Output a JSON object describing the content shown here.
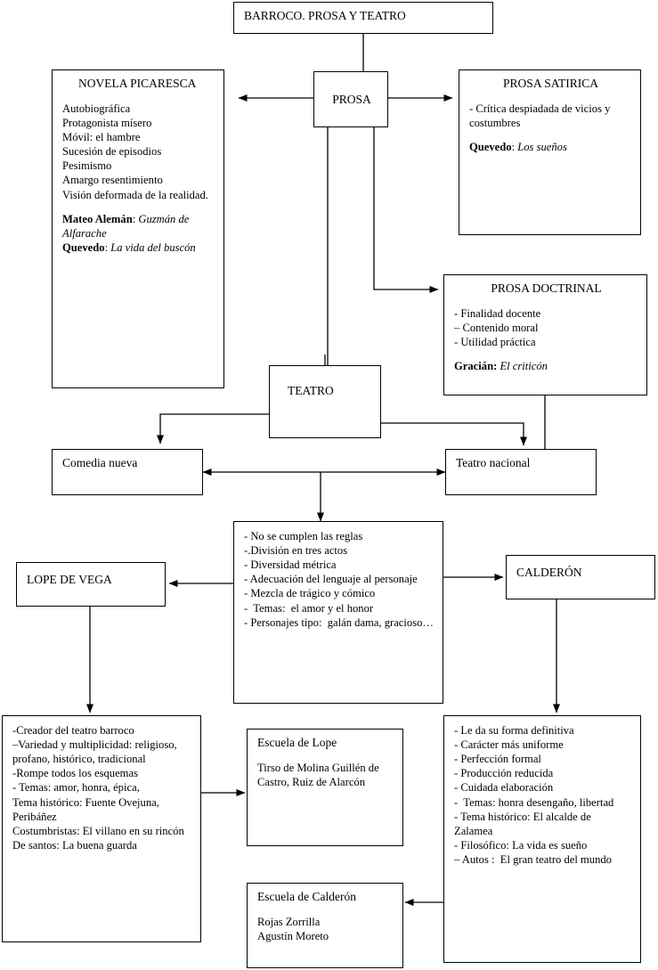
{
  "diagram": {
    "title": "BARROCO. PROSA Y TEATRO",
    "language": "es"
  },
  "nodes": {
    "root": {
      "label": "BARROCO. PROSA Y TEATRO"
    },
    "prosa": {
      "label": "PROSA"
    },
    "teatro": {
      "label": "TEATRO"
    },
    "novela_picaresca": {
      "title": "NOVELA PICARESCA",
      "lines": [
        "Autobiográfica",
        "Protagonista mísero",
        "Móvil: el hambre",
        "Sucesión de episodios",
        "Pesimismo",
        "Amargo resentimiento",
        "Visión deformada de la realidad."
      ],
      "authors": [
        {
          "name": "Mateo Alemán",
          "sep": ": ",
          "work": "Guzmán de Alfarache"
        },
        {
          "name": "Quevedo",
          "sep": ": ",
          "work": "La vida del buscón"
        }
      ]
    },
    "prosa_satirica": {
      "title": "PROSA SATIRICA",
      "lines": [
        "- Crítica despiadada de vicios y costumbres"
      ],
      "authors": [
        {
          "name": "Quevedo",
          "sep": ": ",
          "work": "Los sueños"
        }
      ]
    },
    "prosa_doctrinal": {
      "title": "PROSA DOCTRINAL",
      "lines": [
        "- Finalidad docente",
        "– Contenido moral",
        "- Utilidad práctica"
      ],
      "authors": [
        {
          "name": "Gracián:",
          "sep": " ",
          "work": "El criticón"
        }
      ]
    },
    "comedia_nueva": {
      "label": "Comedia nueva"
    },
    "teatro_nacional": {
      "label": "Teatro nacional"
    },
    "caracteristicas": {
      "lines": [
        "- No se cumplen las reglas",
        "-.División en tres actos",
        "- Diversidad métrica",
        "- Adecuación del lenguaje al personaje",
        "- Mezcla de trágico y cómico",
        "-  Temas:  el amor y el honor",
        "- Personajes tipo:  galán dama, gracioso…"
      ]
    },
    "lope_de_vega": {
      "label": "LOPE DE VEGA"
    },
    "calderon": {
      "label": "CALDERÓN"
    },
    "lope_detalle": {
      "lines": [
        "-Creador del teatro barroco",
        "–Variedad y multiplicidad: religioso, profano, histórico, tradicional",
        "-Rompe todos los esquemas",
        "- Temas: amor, honra, épica,",
        "Tema histórico: Fuente Ovejuna, Peribáñez",
        "Costumbristas: El villano en su rincón",
        "De santos: La buena guarda"
      ]
    },
    "calderon_detalle": {
      "lines": [
        "- Le da su forma definitiva",
        "- Carácter más uniforme",
        "- Perfección formal",
        "- Producción reducida",
        "- Cuidada elaboración",
        "-  Temas: honra desengaño, libertad",
        "- Tema histórico: El alcalde de Zalamea",
        "- Filosófico: La vida es sueño",
        "– Autos :  El gran teatro del mundo"
      ]
    },
    "escuela_lope": {
      "title": "Escuela de Lope",
      "lines": [
        "Tirso de Molina Guillén de Castro, Ruiz de Alarcón"
      ]
    },
    "escuela_calderon": {
      "title": "Escuela de Calderón",
      "lines": [
        "Rojas Zorrilla",
        "Agustín Moreto"
      ]
    }
  },
  "style": {
    "line_color": "#000000",
    "box_border": "#000000",
    "background": "#ffffff"
  }
}
